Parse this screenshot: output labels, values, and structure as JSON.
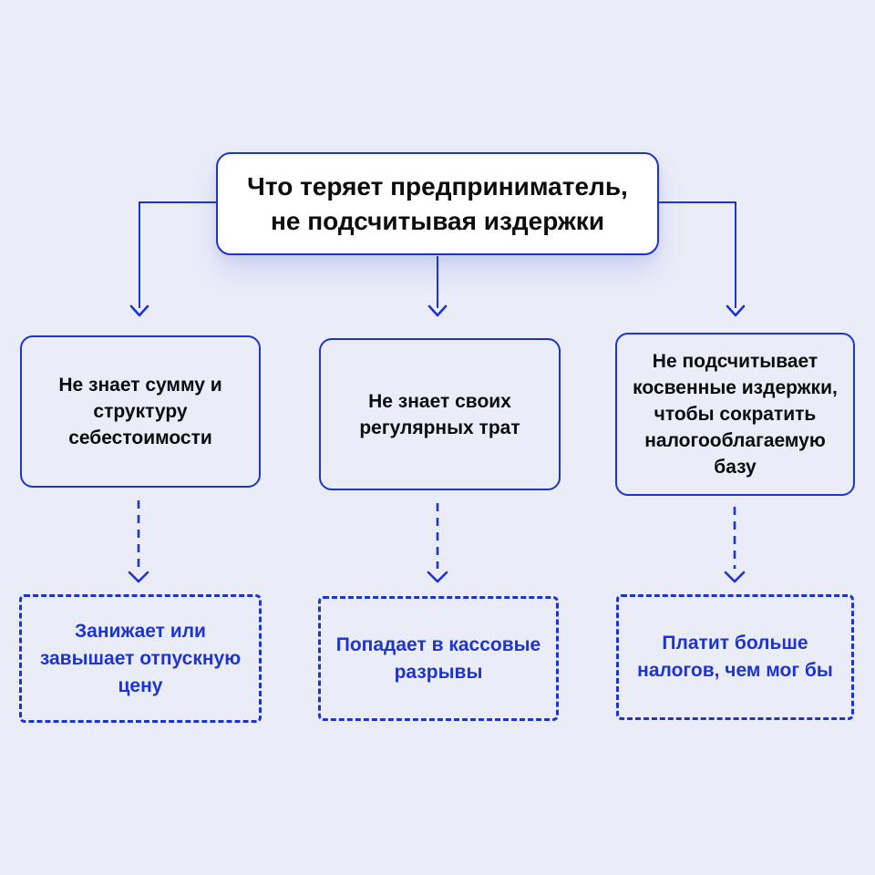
{
  "palette": {
    "background": "#EAEDF8",
    "accent_blue": "#1E34D2",
    "card_background": "#FFFFFF",
    "text_dark": "#0C0C10"
  },
  "root": {
    "title": "Что теряет предприниматель, не подсчитывая издержки",
    "title_lines": [
      "Что теряет предприниматель,",
      "не подсчитывая издержки"
    ]
  },
  "causes": [
    {
      "label": "Не знает сумму и структуру себестоимости"
    },
    {
      "label": "Не знает своих регулярных трат"
    },
    {
      "label": "Не подсчитывает косвенные издержки, чтобы сократить налогооблагаемую базу"
    }
  ],
  "consequences": [
    {
      "label": "Занижает или завышает отпускную цену"
    },
    {
      "label": "Попадает в кассовые разрывы"
    },
    {
      "label": "Платит больше налогов, чем мог бы"
    }
  ]
}
